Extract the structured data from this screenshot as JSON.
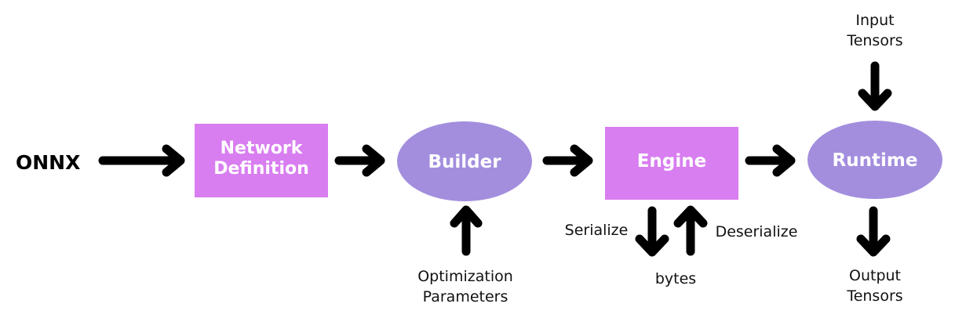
{
  "source": {
    "label": "ONNX"
  },
  "nodes": {
    "network_definition": {
      "lines": [
        "Network",
        "Definition"
      ],
      "color": "#d87ef0"
    },
    "builder": {
      "label": "Builder",
      "color": "#a38ede"
    },
    "engine": {
      "label": "Engine",
      "color": "#d87ef0"
    },
    "runtime": {
      "label": "Runtime",
      "color": "#a38ede"
    }
  },
  "labels": {
    "optimization_parameters": [
      "Optimization",
      "Parameters"
    ],
    "serialize": "Serialize",
    "deserialize": "Deserialize",
    "bytes": "bytes",
    "input_tensors": [
      "Input",
      "Tensors"
    ],
    "output_tensors": [
      "Output",
      "Tensors"
    ]
  }
}
